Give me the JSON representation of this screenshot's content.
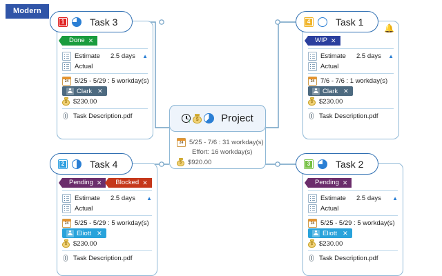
{
  "theme_badge": {
    "label": "Modern"
  },
  "colors": {
    "accent_blue": "#2f6fb2",
    "link": "#6f9fc4",
    "card_border": "#8fb8d6",
    "done_green": "#1a9c3e",
    "wip_navy": "#2a3f9e",
    "pending_purple": "#6b2d6b",
    "blocked_red": "#c5371a",
    "assignee_dark": "#4d6a80",
    "assignee_cyan": "#29a3db",
    "badge_red": "#e02020",
    "badge_blue": "#2b9ee0",
    "badge_green": "#76c043",
    "badge_amber": "#f0b429",
    "bell_gold": "#d9a425"
  },
  "project": {
    "title": "Project",
    "icons": [
      "clock-up-icon",
      "money-bag-icon",
      "pie-progress-icon"
    ],
    "date_range": "5/25 - 7/6 : 31 workday(s)",
    "effort": "Effort: 16 workday(s)",
    "cost": "$920.00",
    "calendar_icon_label": "24"
  },
  "common": {
    "estimate_label": "Estimate",
    "actual_label": "Actual",
    "attachment": "Task Description.pdf",
    "calendar_icon_label": "24",
    "close_glyph": "✕",
    "caret_glyph": "▲"
  },
  "tasks": [
    {
      "id": "task-3",
      "number": "1",
      "number_color": "#e02020",
      "title": "Task 3",
      "progress_pct": 75,
      "has_bell": false,
      "tags": [
        {
          "label": "Done",
          "color": "#1a9c3e"
        }
      ],
      "estimate_label": "Estimate",
      "estimate_value": "2.5 days",
      "actual_label": "Actual",
      "actual_value": "",
      "date_range": "5/25 - 5/29 : 5 workday(s)",
      "assignee": "Clark",
      "assignee_color": "#4d6a80",
      "cost": "$230.00",
      "attachment": "Task Description.pdf"
    },
    {
      "id": "task-1",
      "number": "4",
      "number_color": "#f0b429",
      "title": "Task 1",
      "progress_pct": 0,
      "has_bell": true,
      "tags": [
        {
          "label": "WIP",
          "color": "#2a3f9e"
        }
      ],
      "estimate_label": "Estimate",
      "estimate_value": "2.5 days",
      "actual_label": "Actual",
      "actual_value": "",
      "date_range": "7/6 - 7/6 : 1 workday(s)",
      "assignee": "Clark",
      "assignee_color": "#4d6a80",
      "cost": "$230.00",
      "attachment": "Task Description.pdf"
    },
    {
      "id": "task-4",
      "number": "2",
      "number_color": "#2b9ee0",
      "title": "Task 4",
      "progress_pct": 50,
      "has_bell": false,
      "tags": [
        {
          "label": "Pending",
          "color": "#6b2d6b"
        },
        {
          "label": "Blocked",
          "color": "#c5371a"
        }
      ],
      "estimate_label": "Estimate",
      "estimate_value": "2.5 days",
      "actual_label": "Actual",
      "actual_value": "",
      "date_range": "5/25 - 5/29 : 5 workday(s)",
      "assignee": "Eliott",
      "assignee_color": "#29a3db",
      "cost": "$230.00",
      "attachment": "Task Description.pdf"
    },
    {
      "id": "task-2",
      "number": "3",
      "number_color": "#76c043",
      "title": "Task 2",
      "progress_pct": 75,
      "has_bell": false,
      "tags": [
        {
          "label": "Pending",
          "color": "#6b2d6b"
        }
      ],
      "estimate_label": "Estimate",
      "estimate_value": "2.5 days",
      "actual_label": "Actual",
      "actual_value": "",
      "date_range": "5/25 - 5/29 : 5 workday(s)",
      "assignee": "Eliott",
      "assignee_color": "#29a3db",
      "cost": "$230.00",
      "attachment": "Task Description.pdf"
    }
  ]
}
